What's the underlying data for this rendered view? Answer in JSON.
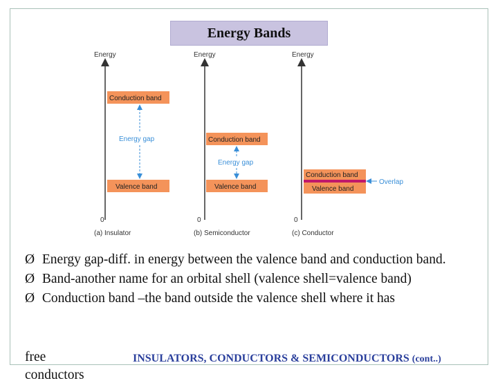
{
  "slide": {
    "title": "Energy Bands",
    "bullets": [
      "Energy gap-diff. in energy between the valence band and conduction    band.",
      "Band-another name for an orbital shell (valence shell=valence band)",
      "Conduction band –the band outside the valence shell where it has"
    ],
    "bullet_marker": "Ø",
    "footer_free": "free",
    "footer_banner": "INSULATORS, CONDUCTORS & SEMICONDUCTORS",
    "footer_cont": "(cont..)",
    "footer_cut": "conductors"
  },
  "diagram": {
    "axis_label": "Energy",
    "zero_label": "0",
    "captions": [
      "(a) Insulator",
      "(b) Semiconductor",
      "(c) Conductor"
    ],
    "conduction_band": "Conduction band",
    "valence_band": "Valence band",
    "energy_gap": "Energy gap",
    "overlap": "Overlap",
    "colors": {
      "band": "#f4935a",
      "gap": "#3a8fd8",
      "overlap": "#c0186a",
      "axis": "#333333"
    }
  }
}
